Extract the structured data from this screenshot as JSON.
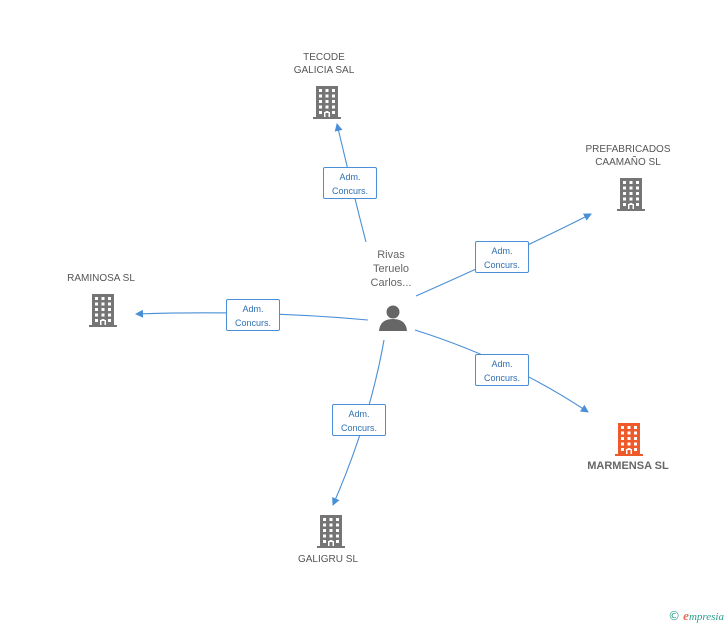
{
  "center": {
    "lines": [
      "Rivas",
      "Teruelo",
      "Carlos..."
    ],
    "icon": "person-icon"
  },
  "nodes": [
    {
      "id": "tecode",
      "lines": [
        "TECODE",
        "GALICIA SAL"
      ],
      "highlight": false
    },
    {
      "id": "prefabricados",
      "lines": [
        "PREFABRICADOS",
        "CAAMAÑO SL"
      ],
      "highlight": false
    },
    {
      "id": "raminosa",
      "lines": [
        "RAMINOSA SL"
      ],
      "highlight": false
    },
    {
      "id": "marmensa",
      "lines": [
        "MARMENSA SL"
      ],
      "highlight": true
    },
    {
      "id": "galigru",
      "lines": [
        "GALIGRU SL"
      ],
      "highlight": false
    }
  ],
  "edges": [
    {
      "target": "tecode",
      "lines": [
        "Adm.",
        "Concurs."
      ]
    },
    {
      "target": "prefabricados",
      "lines": [
        "Adm.",
        "Concurs."
      ]
    },
    {
      "target": "raminosa",
      "lines": [
        "Adm.",
        "Concurs."
      ]
    },
    {
      "target": "marmensa",
      "lines": [
        "Adm.",
        "Concurs."
      ]
    },
    {
      "target": "galigru",
      "lines": [
        "Adm.",
        "Concurs."
      ]
    }
  ],
  "colors": {
    "edge": "#4a8fd6",
    "building": "#757575",
    "building_highlight": "#ef5a2a",
    "person": "#666666"
  },
  "footer": {
    "copyright": "©",
    "brand_initial": "e",
    "brand_rest": "mpresia"
  }
}
